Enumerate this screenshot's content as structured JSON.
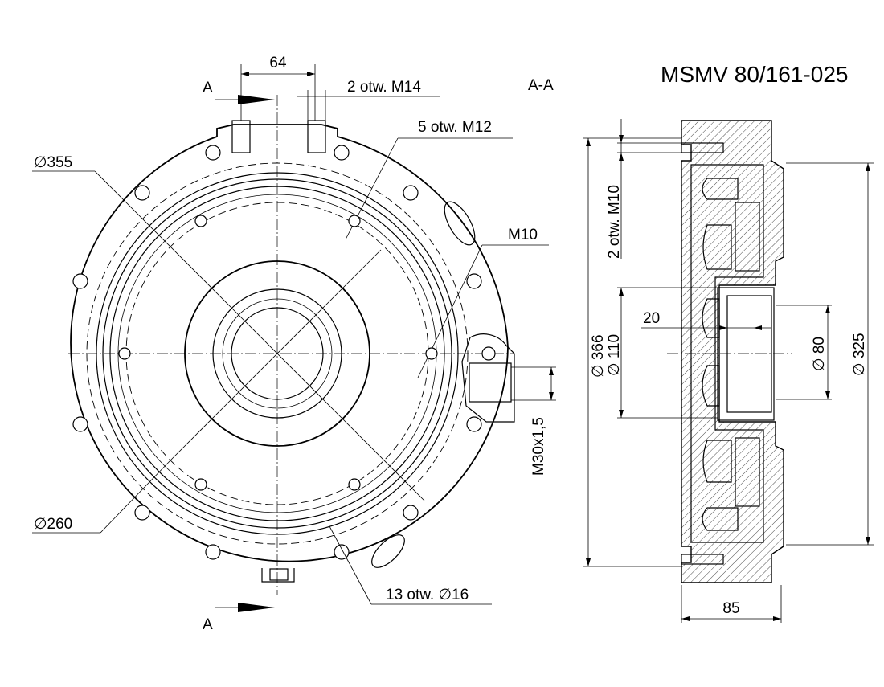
{
  "title": "MSMV 80/161-025",
  "section_label": "A-A",
  "section_marker_top": "A",
  "section_marker_bottom": "A",
  "dims": {
    "d64": "64",
    "m14": "2 otw. M14",
    "m12": "5 otw. M12",
    "d355": "∅355",
    "m10": "M10",
    "d260": "∅260",
    "holes16": "13 otw. ∅16",
    "m30": "M30x1,5",
    "m10_two": "2 otw. M10",
    "d366": "∅ 366",
    "d110": "∅ 110",
    "d20": "20",
    "d80": "∅ 80",
    "d325": "∅ 325",
    "d85": "85"
  }
}
